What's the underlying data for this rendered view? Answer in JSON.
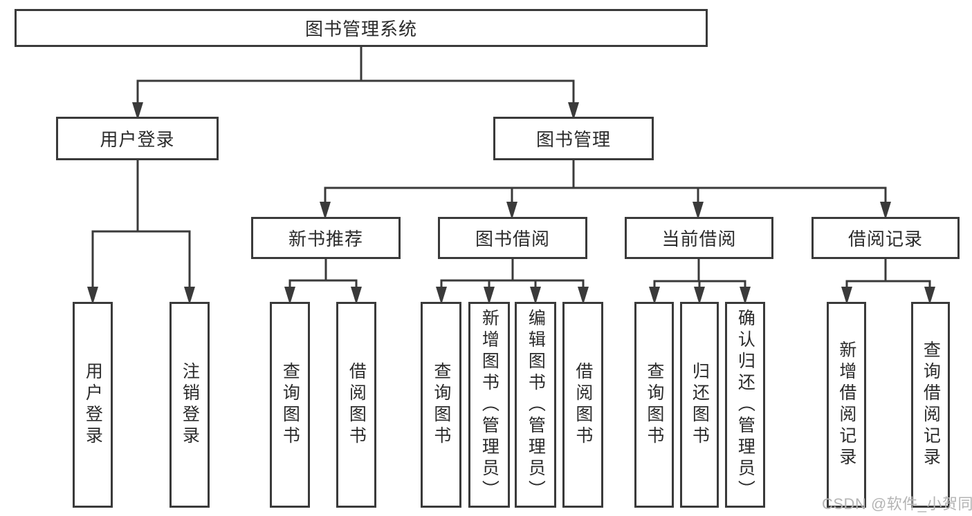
{
  "diagram": {
    "root": {
      "label": "图书管理系统"
    },
    "branches": [
      {
        "label": "用户登录",
        "children": [
          {
            "label": "用户登录"
          },
          {
            "label": "注销登录"
          }
        ]
      },
      {
        "label": "图书管理",
        "children": [
          {
            "label": "新书推荐",
            "children": [
              {
                "label": "查询图书"
              },
              {
                "label": "借阅图书"
              }
            ]
          },
          {
            "label": "图书借阅",
            "children": [
              {
                "label": "查询图书"
              },
              {
                "label": "新增图书（管理员）"
              },
              {
                "label": "编辑图书（管理员）"
              },
              {
                "label": "借阅图书"
              }
            ]
          },
          {
            "label": "当前借阅",
            "children": [
              {
                "label": "查询图书"
              },
              {
                "label": "归还图书"
              },
              {
                "label": "确认归还（管理员）"
              }
            ]
          },
          {
            "label": "借阅记录",
            "children": [
              {
                "label": "新增借阅记录"
              },
              {
                "label": "查询借阅记录"
              }
            ]
          }
        ]
      }
    ]
  },
  "watermark": {
    "text": "CSDN @软件_小贺同学"
  },
  "colors": {
    "line": "#3a3a3a",
    "text": "#2b2b2b",
    "watermark": "#b4b4b4",
    "background": "#ffffff"
  }
}
